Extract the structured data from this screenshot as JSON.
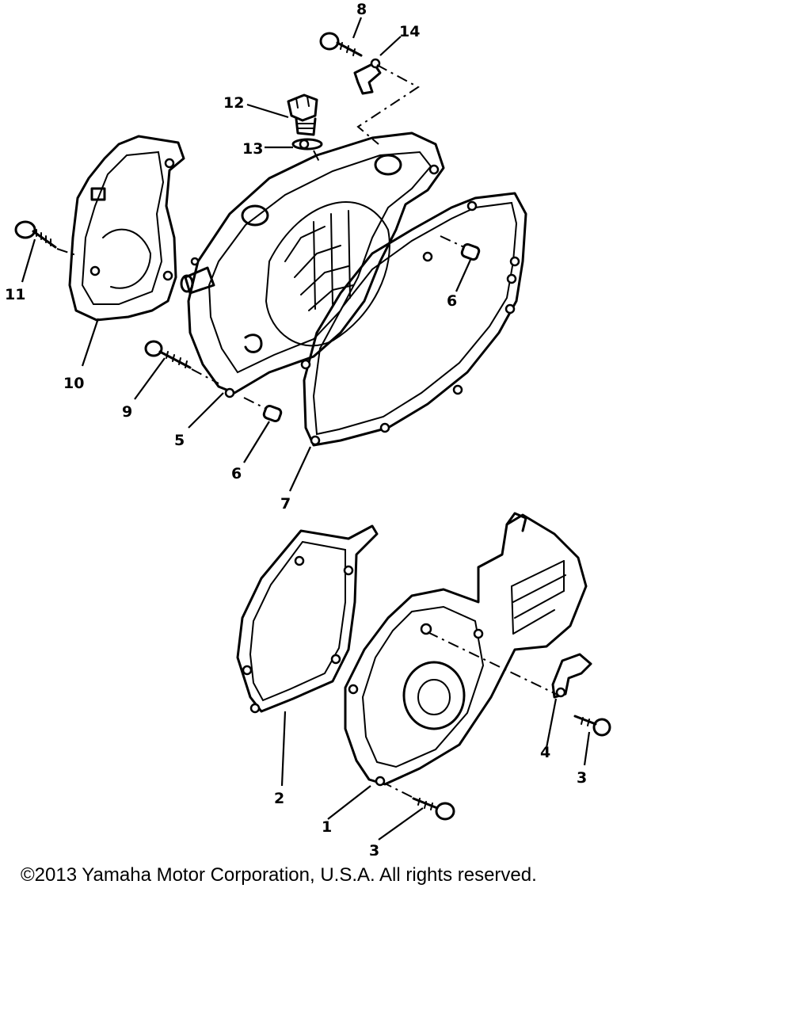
{
  "callouts": {
    "c1": "1",
    "c2": "2",
    "c3a": "3",
    "c3b": "3",
    "c4": "4",
    "c5": "5",
    "c6a": "6",
    "c6b": "6",
    "c7": "7",
    "c8": "8",
    "c9": "9",
    "c10": "10",
    "c11": "11",
    "c12": "12",
    "c13": "13",
    "c14": "14"
  },
  "copyright": "©2013 Yamaha Motor Corporation, U.S.A. All rights reserved."
}
